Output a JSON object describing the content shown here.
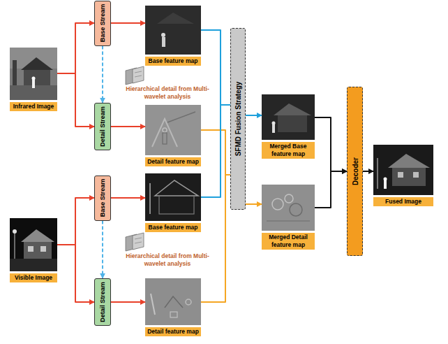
{
  "diagram": {
    "nodes": [
      {
        "text": [
          "Infrared Image"
        ]
      },
      {
        "text": [
          "Base Stream"
        ]
      },
      {
        "text": [
          "Detail Stream"
        ]
      },
      {
        "text": [
          "Base feature map"
        ]
      },
      {
        "text": [
          "Detail feature map"
        ]
      },
      {
        "text": [
          "Visible Image"
        ]
      },
      {
        "text": [
          "Base Stream"
        ]
      },
      {
        "text": [
          "Detail Stream"
        ]
      },
      {
        "text": [
          "Base feature map"
        ]
      },
      {
        "text": [
          "Detail feature map"
        ]
      },
      {
        "text": [
          "SFMD Fusion Strategy"
        ]
      },
      {
        "text": [
          "Merged Base feature map"
        ]
      },
      {
        "text": [
          "Merged Detail feature map"
        ]
      },
      {
        "text": [
          "Decoder"
        ]
      },
      {
        "text": [
          "Fused Image"
        ]
      }
    ],
    "edges": [
      {
        "from": 0,
        "to": 1,
        "arrow": "to"
      },
      {
        "from": 0,
        "to": 2,
        "arrow": "to"
      },
      {
        "from": 1,
        "to": 3,
        "arrow": "to"
      },
      {
        "from": 1,
        "to": 2,
        "arrow": "to"
      },
      {
        "from": 2,
        "to": 4,
        "arrow": "to"
      },
      {
        "from": 5,
        "to": 6,
        "arrow": "to"
      },
      {
        "from": 5,
        "to": 7,
        "arrow": "to"
      },
      {
        "from": 6,
        "to": 8,
        "arrow": "to"
      },
      {
        "from": 6,
        "to": 7,
        "arrow": "to"
      },
      {
        "from": 7,
        "to": 9,
        "arrow": "to"
      },
      {
        "from": 3,
        "to": 10,
        "arrow": "none"
      },
      {
        "from": 4,
        "to": 10,
        "arrow": "none"
      },
      {
        "from": 8,
        "to": 10,
        "arrow": "none"
      },
      {
        "from": 9,
        "to": 10,
        "arrow": "none"
      },
      {
        "from": 10,
        "to": 11,
        "arrow": "to"
      },
      {
        "from": 10,
        "to": 12,
        "arrow": "to"
      },
      {
        "from": 11,
        "to": 13,
        "arrow": "to"
      },
      {
        "from": 12,
        "to": 13,
        "arrow": "to"
      },
      {
        "from": 13,
        "to": 14,
        "arrow": "to"
      }
    ],
    "labels": [
      "Hierarchical detail from Multi-wavelet analysis",
      "Hierarchical detail from Multi-wavelet analysis"
    ]
  }
}
